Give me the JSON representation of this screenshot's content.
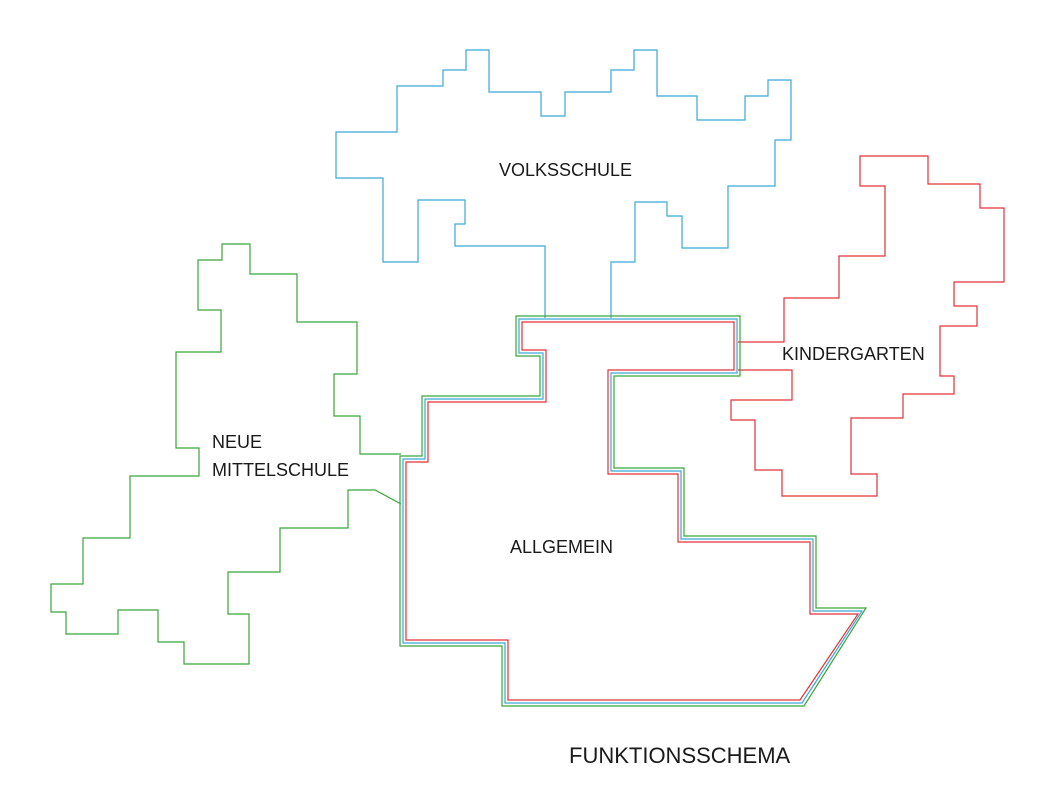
{
  "colors": {
    "volksschule": "#3aa8d8",
    "kindergarten": "#e0313a",
    "neue_mittelschule": "#3aa53a",
    "allgemein_outer": "#3aa53a",
    "allgemein_middle": "#3aa8d8",
    "allgemein_inner": "#e0313a",
    "text": "#1a1a1a"
  },
  "labels": {
    "volksschule": "VOLKSSCHULE",
    "kindergarten": "KINDERGARTEN",
    "neue_mittelschule_line1": "NEUE",
    "neue_mittelschule_line2": "MITTELSCHULE",
    "allgemein": "ALLGEMEIN"
  },
  "caption": "FUNKTIONSSCHEMA"
}
